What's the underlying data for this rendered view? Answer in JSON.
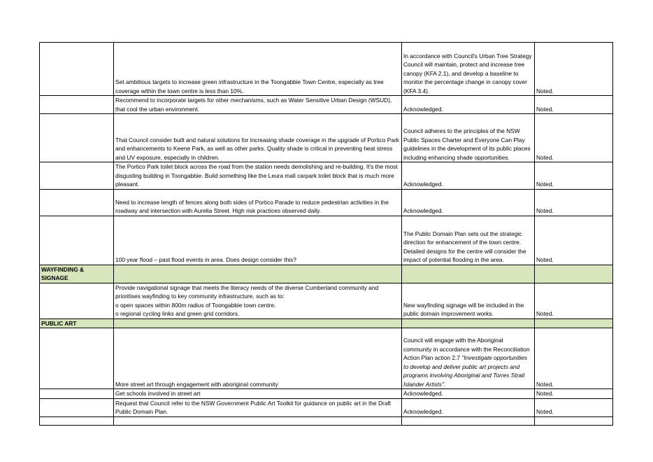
{
  "rows": [
    {
      "category": "",
      "comment": "Set ambitious targets to increase green infrastructure in the Toongabbie Town Centre, especially as tree coverage within the town centre is less than 10%.",
      "response": "In accordance with Council's Urban Tree Strategy Council will maintain, protect and increase tree canopy  (KFA 2.1), and develop a baseline to monitor the percentage change in canopy cover (KFA 3.4).",
      "status": "Noted."
    },
    {
      "category": "",
      "comment": "Recommend to incorporate targets for other mechanisms, such as Water Sensitive Urban Design (WSUD), that cool the urban environment.",
      "response": "Acknowledged.",
      "status": "Noted."
    },
    {
      "category": "",
      "comment": "That Council consider built and natural solutions for increasing shade coverage in the upgrade of Portico Park and enhancements to Keene Park, as well as other parks. Quality shade is critical in preventing heat stress and UV exposure, especially in children.",
      "response": "Council adheres to the principles of the NSW Public Spaces Charter and Everyone Can Play guidelines in the development of its public places including enhancing shade opportunities.",
      "status": "Noted."
    },
    {
      "category": "",
      "comment": "The Portico Park toilet block across the road from the station needs demolishing and re-building. It's the most disgusting building in Toongabbie.  Build something like the Leura mall carpark toilet block that is much more pleasant.",
      "response": "Acknowledged.",
      "status": "Noted."
    },
    {
      "category": "",
      "comment": "Need to increase length of fences along both sides of Portico Parade to reduce pedestrian activities in the roadway and intersection with Aurelia Street.  High risk practices observed daily.",
      "response": "Acknowledged.",
      "status": "Noted."
    },
    {
      "category": "",
      "comment": "100 year flood – past flood events in area. Does design consider this?",
      "response": "The Public Domain Plan sets out the strategic direction for enhancement of the town centre. Detailed designs for the centre will consider the impact of potential flooding in the area.",
      "status": "Noted."
    }
  ],
  "section_wayfinding": "WAYFINDING & SIGNAGE",
  "wayfinding_row": {
    "comment": "Provide navigational signage that meets the literacy needs of the diverse Cumberland community and\nprioritises wayfinding to key community infrastructure, such as to:\no open spaces within 800m radius of Toongabbie town centre.\no regional cycling links and green grid corridors.",
    "response": "New wayfinding signage will be included in the public domain improvement works.",
    "status": "Noted."
  },
  "section_public_art": "PUBLIC ART",
  "public_art_rows": [
    {
      "comment": "More street art through engagement with aboriginal community",
      "response_plain": "Council will engage with the Aboriginal community in accordance with the Reconciliation Action Plan action 2.7",
      "response_italic": "\"Investigate opportunities to develop and deliver public art projects and programs involving Aboriginal and Torres Strait Islander Artists\".",
      "status": "Noted."
    },
    {
      "comment": "Get schools involved in street art",
      "response": "Acknowledged.",
      "status": "Noted."
    },
    {
      "comment": "Request that Council refer to the NSW Government Public Art Toolkit for guidance on public art in the Draft Public Domain Plan.",
      "response": "Acknowledged.",
      "status": "Noted."
    }
  ],
  "colors": {
    "section_fill": "#d8e4bc",
    "border": "#000000"
  }
}
